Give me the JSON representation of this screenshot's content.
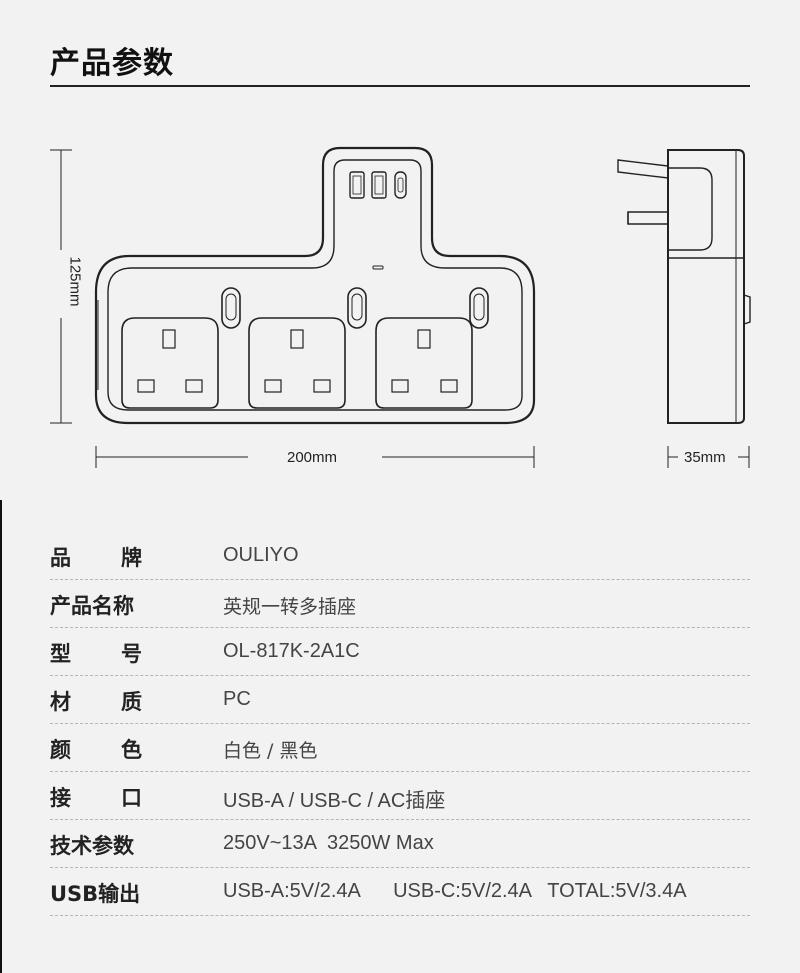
{
  "page": {
    "title": "产品参数"
  },
  "dimensions": {
    "height": "125mm",
    "width": "200mm",
    "depth": "35mm"
  },
  "specs": [
    {
      "label": "品　牌",
      "label_parts": [
        "品",
        "牌"
      ],
      "value": "OULIYO"
    },
    {
      "label": "产品名称",
      "value": "英规一转多插座"
    },
    {
      "label": "型　号",
      "label_parts": [
        "型",
        "号"
      ],
      "value": "OL-817K-2A1C"
    },
    {
      "label": "材　质",
      "label_parts": [
        "材",
        "质"
      ],
      "value": "PC"
    },
    {
      "label": "颜　色",
      "label_parts": [
        "颜",
        "色"
      ],
      "value": "白色 / 黑色"
    },
    {
      "label": "接　口",
      "label_parts": [
        "接",
        "口"
      ],
      "value": "USB-A / USB-C / AC插座"
    },
    {
      "label": "技术参数",
      "value": "250V~13A  3250W Max"
    },
    {
      "label": "USB输出",
      "value": "USB-A:5V/2.4A      USB-C:5V/2.4A   TOTAL:5V/3.4A"
    }
  ]
}
